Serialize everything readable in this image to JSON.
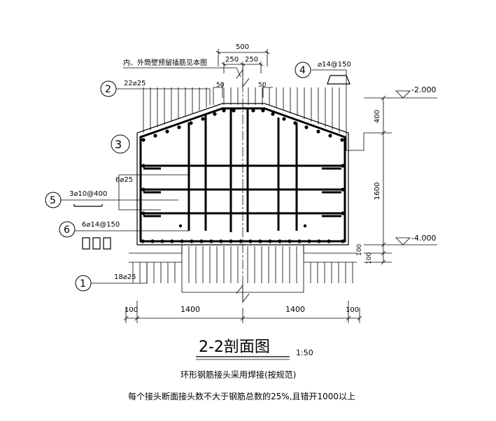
{
  "labels": {
    "note_top": "内、外筒壁预留插筋见本图",
    "dim_500": "500",
    "dim_250_a": "250",
    "dim_250_b": "250",
    "dim_50_a": "50",
    "dim_50_b": "50",
    "dim_400": "400",
    "dim_1600": "1600",
    "dim_100_a": "100",
    "dim_100_b": "100",
    "dim_100_left": "100",
    "dim_100_right": "100",
    "dim_1400_left": "1400",
    "dim_1400_right": "1400",
    "elev_top": "-2.000",
    "elev_bottom": "-4.000"
  },
  "callouts": [
    {
      "num": "1",
      "text": "18⌀25"
    },
    {
      "num": "2",
      "text": "22⌀25"
    },
    {
      "num": "3",
      "text": "6⌀25"
    },
    {
      "num": "4",
      "text": "⌀14@150"
    },
    {
      "num": "5",
      "text": "3⌀10@400"
    },
    {
      "num": "6",
      "text": "6⌀14@150"
    }
  ],
  "title": {
    "main": "2-2剖面图",
    "scale": "1:50",
    "note1": "环形钢筋接头采用焊接(按规范)",
    "note2": "每个接头断面接头数不大于钢筋总数的25%,且错开1000以上"
  }
}
